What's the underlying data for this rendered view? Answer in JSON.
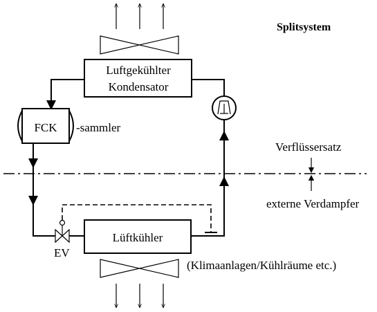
{
  "title": "Splitsystem",
  "condenser": {
    "line1": "Luftgekühlter",
    "line2": "Kondensator"
  },
  "receiver": {
    "label": "FCK",
    "suffix": "-sammler"
  },
  "separator": {
    "upper_label": "Verflüssersatz",
    "lower_label": "externe Verdampfer"
  },
  "evaporator": {
    "label": "Lüftkühler"
  },
  "valve": {
    "label": "EV"
  },
  "application": {
    "label": "(Klimaanlagen/Kühlräume etc.)"
  }
}
